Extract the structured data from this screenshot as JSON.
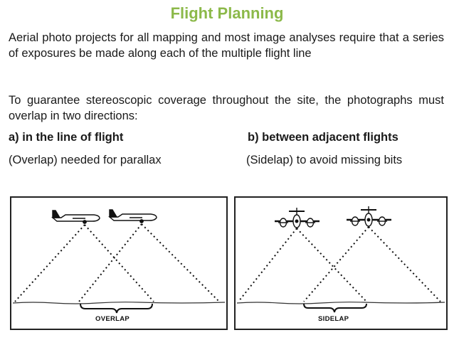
{
  "title": "Flight Planning",
  "paragraphs": [
    "Aerial photo projects for all mapping and most image analyses require that a series of exposures be made along each of the multiple flight line",
    "To guarantee stereoscopic coverage throughout the site, the photographs must overlap in two directions:"
  ],
  "directions": {
    "a_heading": "a) in the line of flight",
    "b_heading": "b) between adjacent flights",
    "a_note": "(Overlap) needed for parallax",
    "b_note": "(Sidelap) to avoid missing bits"
  },
  "figures": {
    "left_caption": "OVERLAP",
    "right_caption": "SIDELAP"
  }
}
